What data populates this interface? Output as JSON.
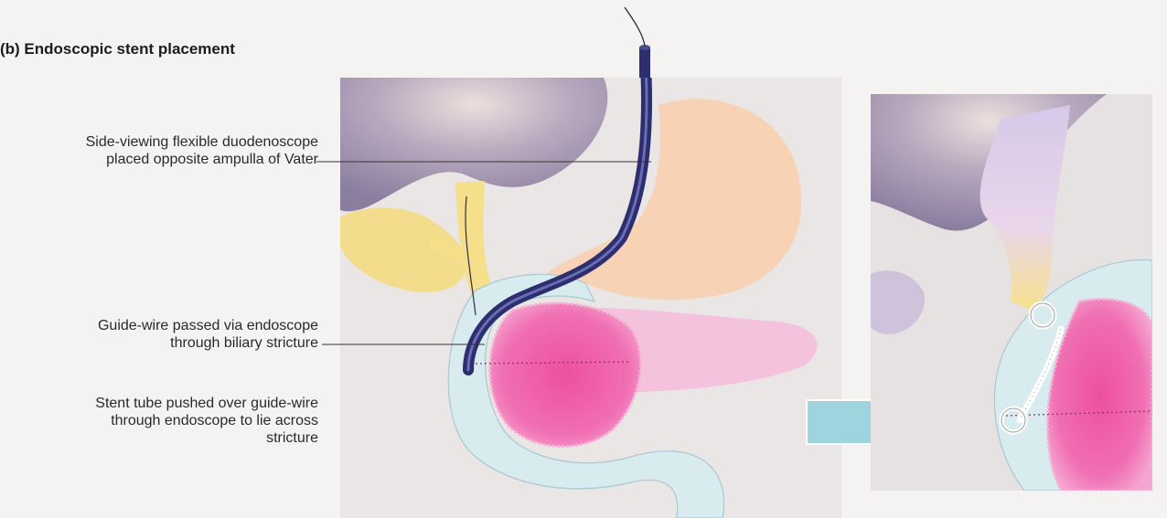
{
  "title": "(b) Endoscopic stent placement",
  "labels": {
    "duodenoscope": {
      "line1": "Side-viewing flexible duodenoscope",
      "line2": "placed opposite ampulla of Vater"
    },
    "guide_wire": {
      "line1": "Guide-wire passed via endoscope",
      "line2": "through biliary stricture"
    },
    "stent": {
      "line1": "Stent tube pushed over guide-wire",
      "line2": "through endoscope to lie across",
      "line3": "stricture"
    }
  },
  "colors": {
    "panel_background": "#e9e6e5",
    "liver": "#a89ab8",
    "gallbladder": "#f3dc8c",
    "stomach": "#f7d2b5",
    "duodenum": "#d8ebef",
    "pancreas": "#f3b8d6",
    "tumour": "#ee5aa8",
    "endoscope": "#2d2e6e",
    "arrow": "#9fd3de"
  }
}
